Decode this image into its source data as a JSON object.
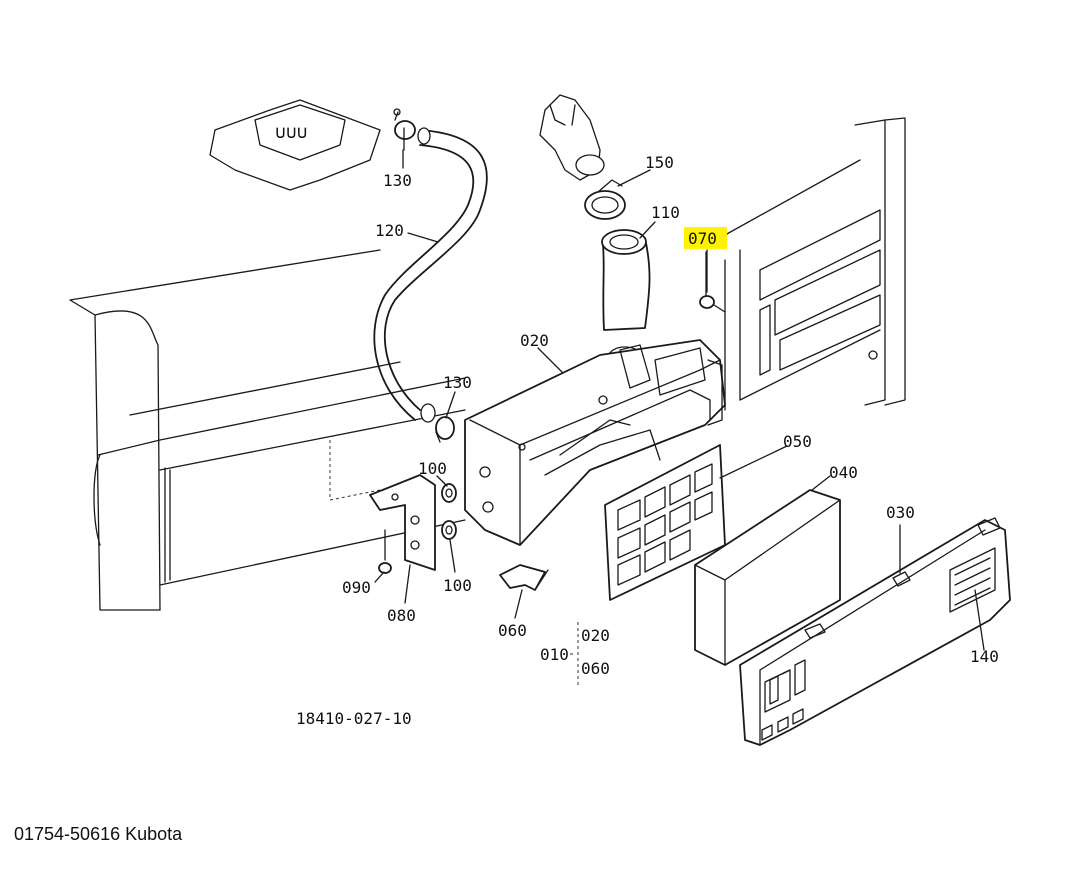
{
  "callouts": {
    "c150": "150",
    "c110": "110",
    "c070": "070",
    "c130a": "130",
    "c130b": "130",
    "c120": "120",
    "c020": "020",
    "c050": "050",
    "c040": "040",
    "c030": "030",
    "c140": "140",
    "c100a": "100",
    "c100b": "100",
    "c090": "090",
    "c080": "080",
    "c060": "060",
    "c010": "010",
    "c020b": "020",
    "c060b": "060"
  },
  "drawing_number": "18410-027-10",
  "caption": "01754-50616 Kubota",
  "highlight": {
    "label": "070",
    "color": "#fff200"
  }
}
